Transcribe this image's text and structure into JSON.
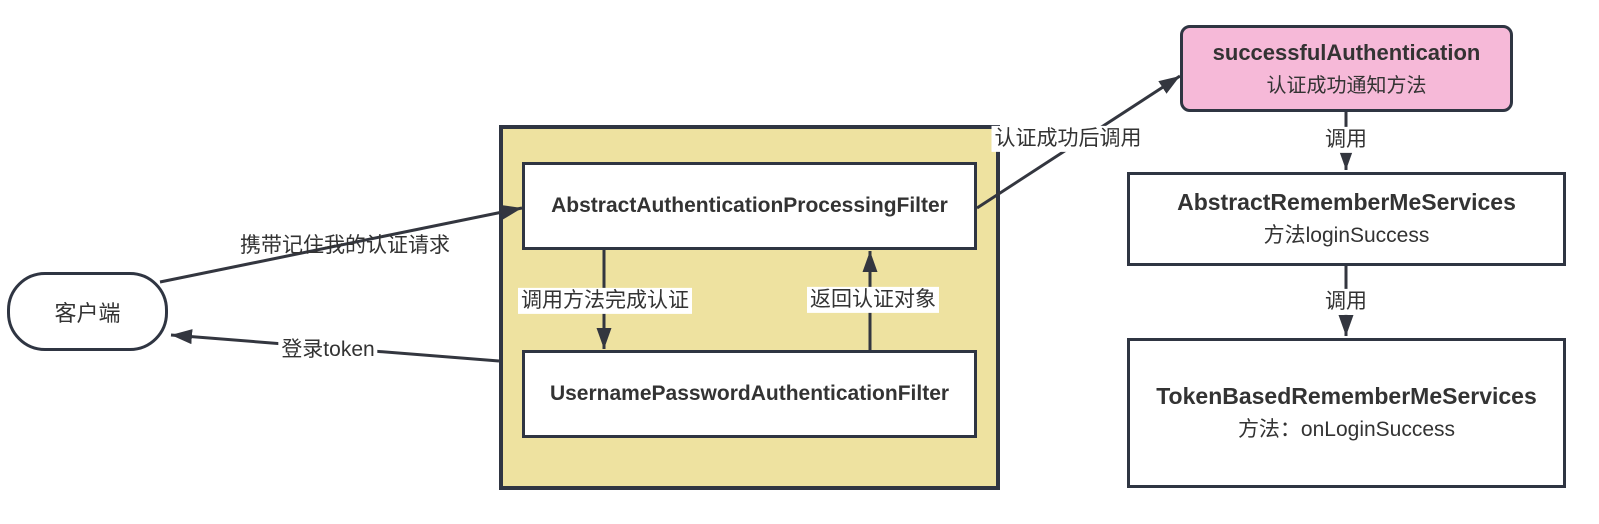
{
  "diagram": {
    "colors": {
      "border": "#2f3542",
      "line": "#33363f",
      "container_fill": "#eee2a0",
      "pink_fill": "#f6b9d8",
      "box_fill": "#ffffff",
      "text": "#333333"
    },
    "client": {
      "label": "客户端"
    },
    "auth_container": {
      "abstract_filter": "AbstractAuthenticationProcessingFilter",
      "username_filter": "UsernamePasswordAuthenticationFilter"
    },
    "success_box": {
      "title": "successfulAuthentication",
      "subtitle": "认证成功通知方法"
    },
    "remember_services_box": {
      "title": "AbstractRememberMeServices",
      "subtitle": "方法loginSuccess"
    },
    "token_services_box": {
      "title": "TokenBasedRememberMeServices",
      "subtitle": "方法：onLoginSuccess"
    },
    "edge_labels": {
      "request": "携带记住我的认证请求",
      "login_token": "登录token",
      "call_method": "调用方法完成认证",
      "return_auth": "返回认证对象",
      "success_call": "认证成功后调用",
      "call_top": "调用",
      "call_bottom": "调用"
    }
  }
}
